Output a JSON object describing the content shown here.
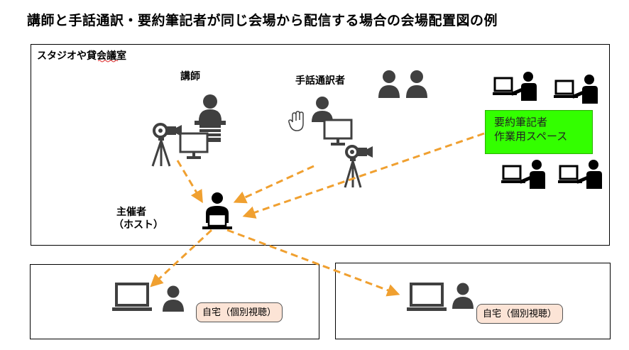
{
  "title": "講師と手話通訳・要約筆記者が同じ会場から配信する場合の会場配置図の例",
  "studio": {
    "label": "スタジオや貸会議室"
  },
  "lecturer": {
    "label": "講師"
  },
  "interpreter": {
    "label": "手話通訳者"
  },
  "host": {
    "label_line1": "主催者",
    "label_line2": "（ホスト）"
  },
  "captioners": {
    "label_line1": "要約筆記者",
    "label_line2": "作業用スペース"
  },
  "homes": [
    {
      "label": "自宅（個別視聴）"
    },
    {
      "label": "自宅（個別視聴）"
    }
  ],
  "colors": {
    "arrow": "#f0a030",
    "green": "#33ff00",
    "badge": "#fce4d6"
  }
}
